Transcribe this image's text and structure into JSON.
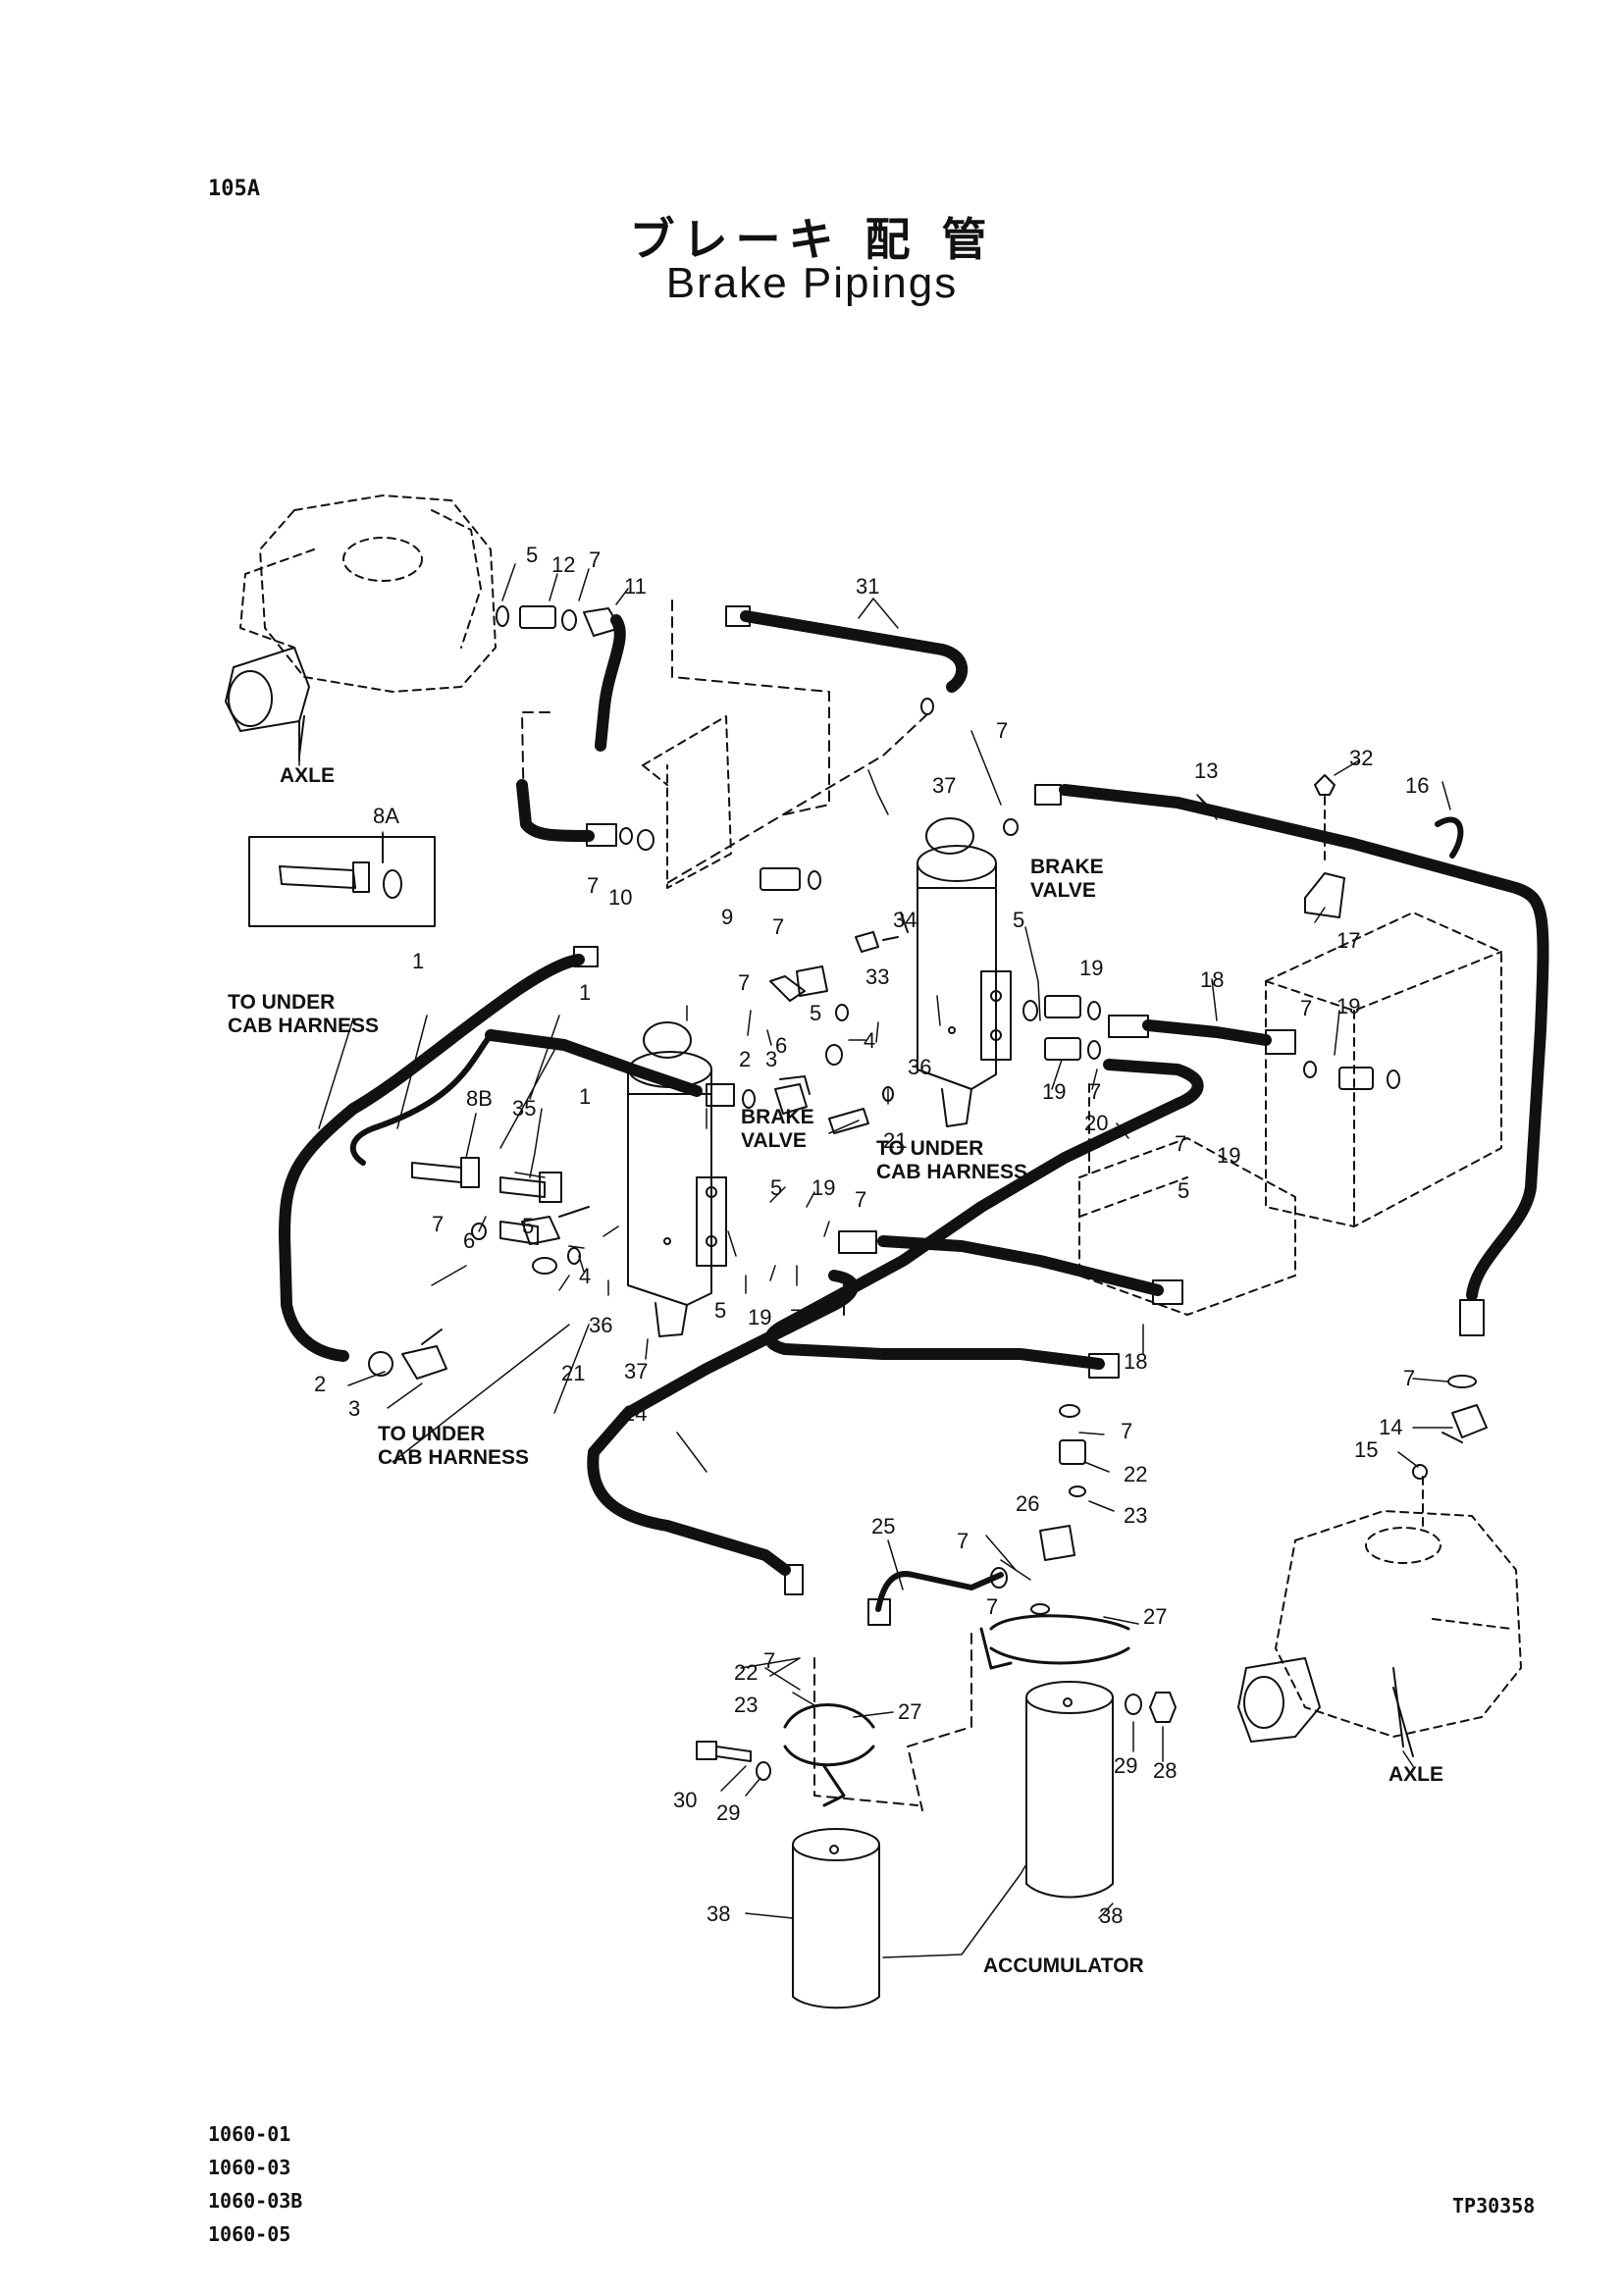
{
  "page_code": "105A",
  "title_jp": "ブレーキ 配 管",
  "title_en": "Brake Pipings",
  "callouts": {
    "axle": "AXLE",
    "brake_valve": "BRAKE\nVALVE",
    "to_under_cab_harness": "TO UNDER\nCAB HARNESS",
    "accumulator": "ACCUMULATOR"
  },
  "part_numbers": [
    "1",
    "2",
    "3",
    "4",
    "5",
    "6",
    "7",
    "8A",
    "8B",
    "9",
    "10",
    "11",
    "12",
    "13",
    "14",
    "15",
    "16",
    "17",
    "18",
    "19",
    "20",
    "21",
    "22",
    "23",
    "24",
    "25",
    "26",
    "27",
    "28",
    "29",
    "30",
    "31",
    "32",
    "33",
    "34",
    "35",
    "36",
    "37",
    "38"
  ],
  "model_list": [
    "1060-01",
    "1060-03",
    "1060-03B",
    "1060-05"
  ],
  "drawing_ref": "TP30358"
}
